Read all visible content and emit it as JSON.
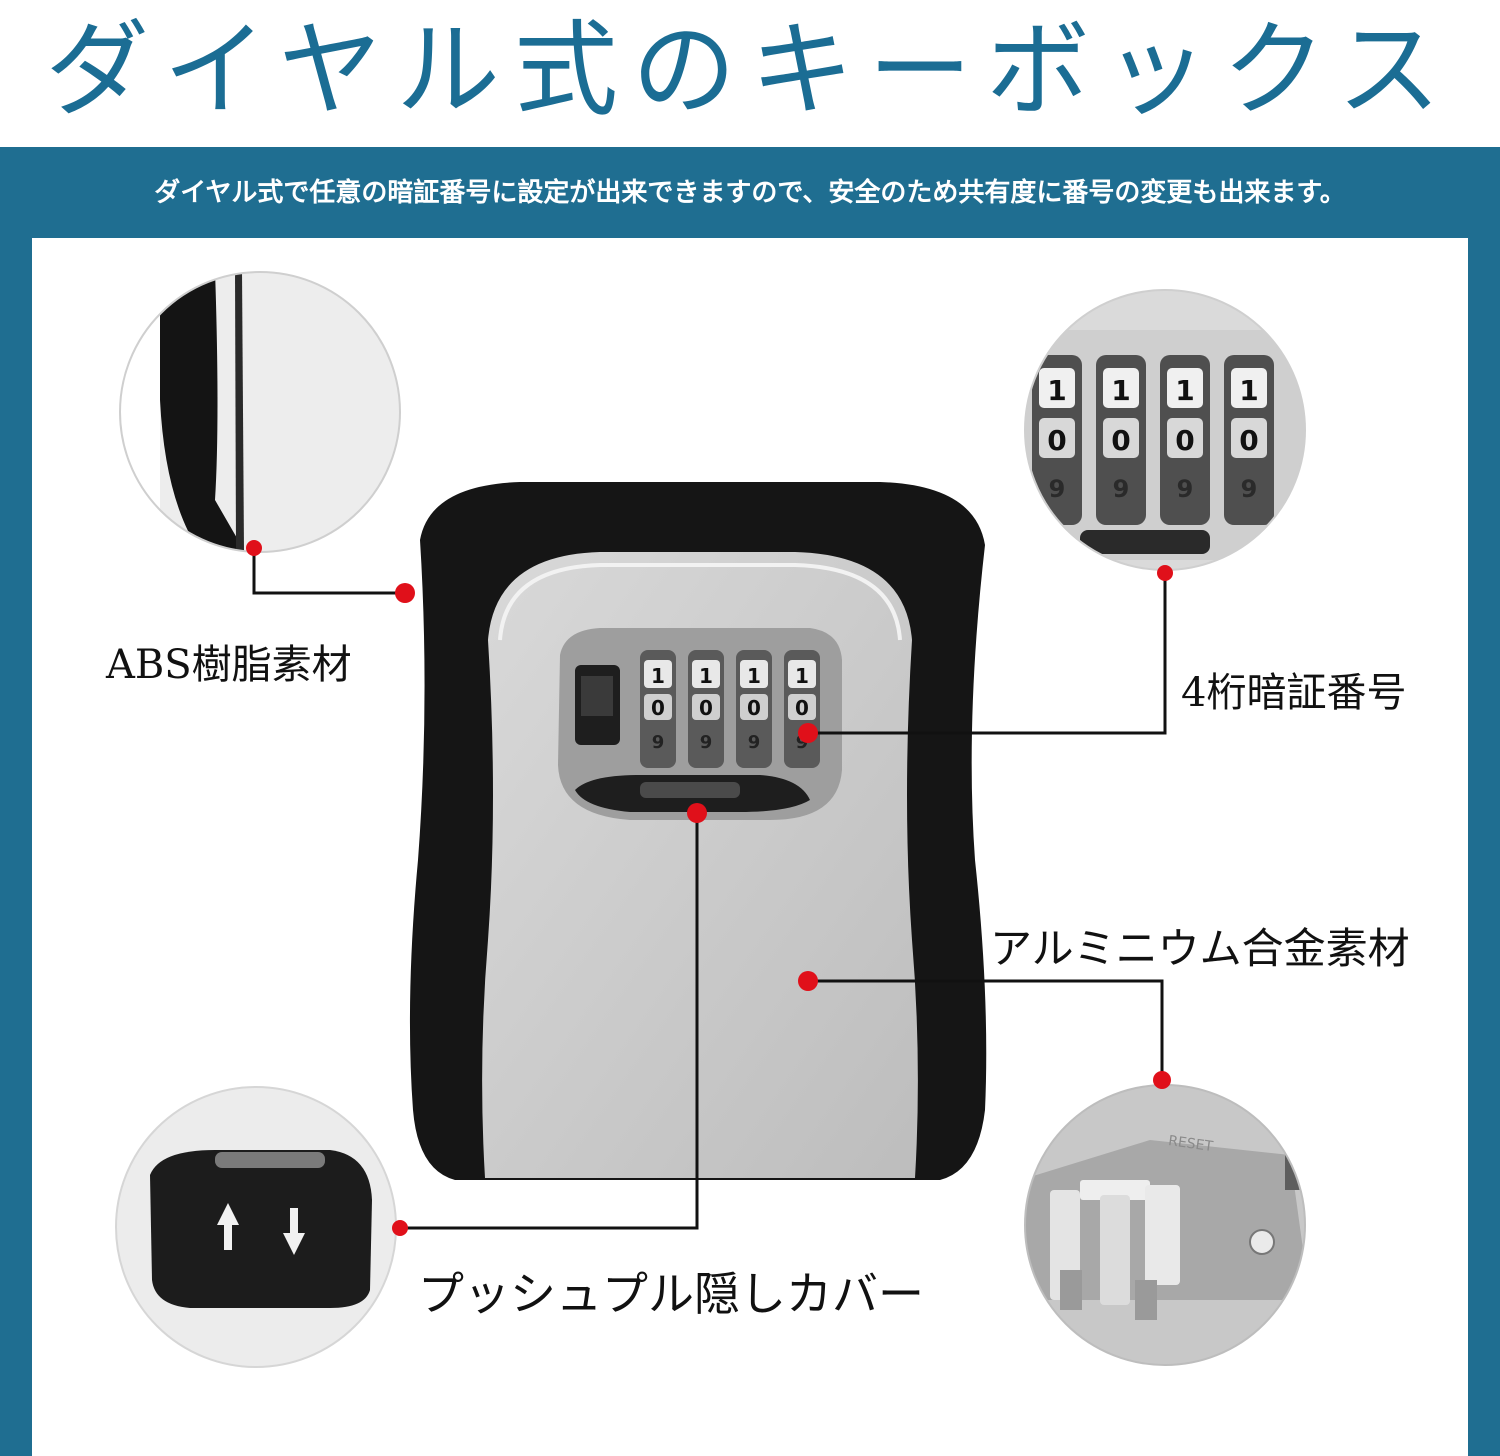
{
  "header": {
    "title": "ダイヤル式のキーボックス"
  },
  "banner": {
    "subtitle": "ダイヤル式で任意の暗証番号に設定が出来できますので、安全のため共有度に番号の変更も出来ます。"
  },
  "callouts": {
    "abs": "ABS樹脂素材",
    "digits": "4桁暗証番号",
    "aluminum": "アルミニウム合金素材",
    "cover": "プッシュプル隠しカバー"
  },
  "dials": {
    "row_top": [
      "1",
      "1",
      "1",
      "1"
    ],
    "row_mid": [
      "0",
      "0",
      "0",
      "0"
    ],
    "row_bottom": [
      "9",
      "9",
      "9",
      "9"
    ]
  },
  "shackle_text": "RESET",
  "colors": {
    "title": "#1b6d94",
    "frame": "#1f6e91",
    "marker": "#e0101a"
  },
  "icons": [
    "arrow-up-icon",
    "arrow-down-icon"
  ]
}
